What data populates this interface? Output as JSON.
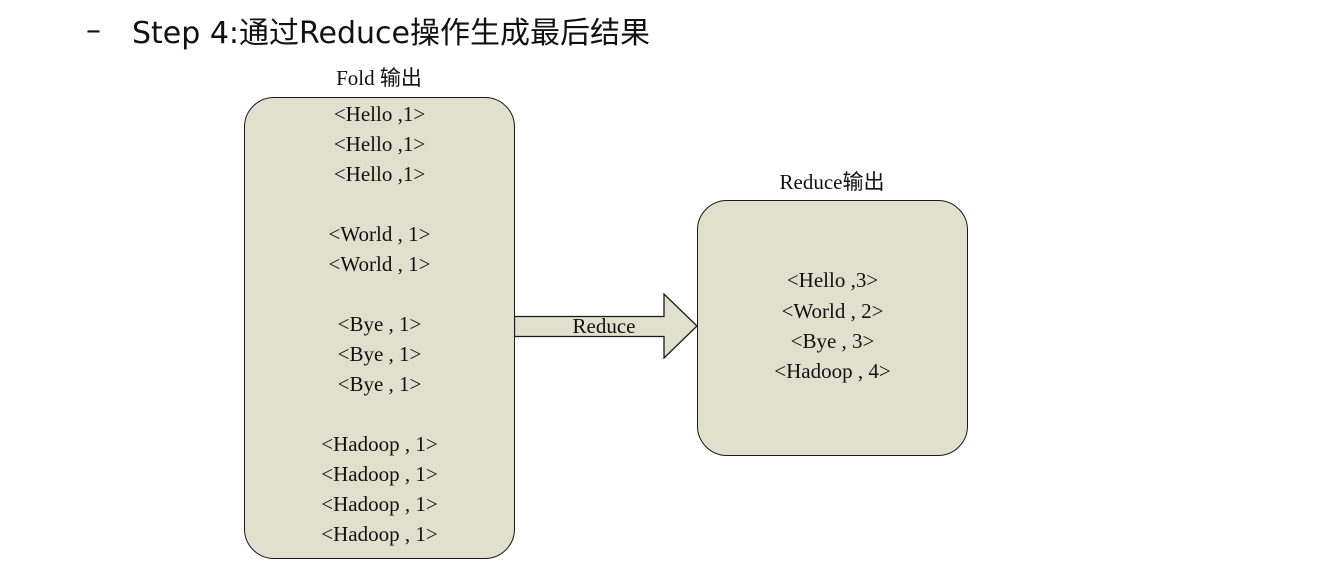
{
  "heading": {
    "bullet": "–",
    "text": "Step 4:通过Reduce操作生成最后结果"
  },
  "fold": {
    "title": "Fold 输出",
    "lines": [
      "<Hello ,1>",
      "<Hello ,1>",
      "<Hello ,1>",
      "",
      "<World , 1>",
      "<World , 1>",
      "",
      "<Bye , 1>",
      "<Bye , 1>",
      "<Bye , 1>",
      "",
      "<Hadoop , 1>",
      "<Hadoop , 1>",
      "<Hadoop , 1>",
      "<Hadoop , 1>"
    ]
  },
  "arrow": {
    "label": "Reduce"
  },
  "reduce": {
    "title": "Reduce输出",
    "lines": [
      "<Hello ,3>",
      "<World , 2>",
      "<Bye , 3>",
      "<Hadoop , 4>"
    ]
  },
  "colors": {
    "box_fill": "#dfe0cd",
    "arrow_fill": "#dfe0cd",
    "stroke": "#1a1a1a",
    "text": "#111111"
  }
}
